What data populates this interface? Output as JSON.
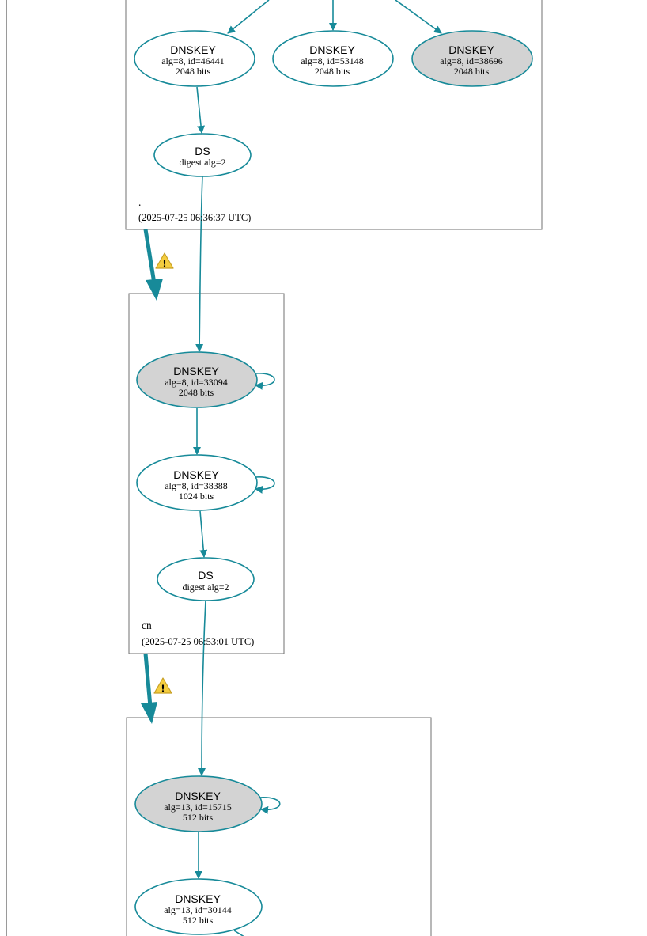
{
  "colors": {
    "edge": "#178a99",
    "node_stroke": "#178a99",
    "node_fill_ksk": "#d3d3d3",
    "node_fill_normal": "#ffffff",
    "zone_border": "#707070",
    "warning_fill": "#f4cd3f",
    "warning_stroke": "#c8a024"
  },
  "zones": {
    "root": {
      "name": ".",
      "timestamp": "(2025-07-25 06:36:37 UTC)"
    },
    "cn": {
      "name": "cn",
      "timestamp": "(2025-07-25 06:53:01 UTC)"
    },
    "child": {
      "name": "",
      "timestamp": ""
    }
  },
  "nodes": {
    "root_dnskey_46441": {
      "title": "DNSKEY",
      "line1": "alg=8, id=46441",
      "line2": "2048 bits",
      "ksk": false
    },
    "root_dnskey_53148": {
      "title": "DNSKEY",
      "line1": "alg=8, id=53148",
      "line2": "2048 bits",
      "ksk": false
    },
    "root_dnskey_38696": {
      "title": "DNSKEY",
      "line1": "alg=8, id=38696",
      "line2": "2048 bits",
      "ksk": true
    },
    "root_ds": {
      "title": "DS",
      "line1": "digest alg=2"
    },
    "cn_dnskey_33094": {
      "title": "DNSKEY",
      "line1": "alg=8, id=33094",
      "line2": "2048 bits",
      "ksk": true
    },
    "cn_dnskey_38388": {
      "title": "DNSKEY",
      "line1": "alg=8, id=38388",
      "line2": "1024 bits",
      "ksk": false
    },
    "cn_ds": {
      "title": "DS",
      "line1": "digest alg=2"
    },
    "child_dnskey_15715": {
      "title": "DNSKEY",
      "line1": "alg=13, id=15715",
      "line2": "512 bits",
      "ksk": true
    },
    "child_dnskey_30144": {
      "title": "DNSKEY",
      "line1": "alg=13, id=30144",
      "line2": "512 bits",
      "ksk": false
    }
  },
  "icons": {
    "delegation_warning_1": "warning-icon",
    "delegation_warning_2": "warning-icon",
    "warning_glyph": "!"
  }
}
